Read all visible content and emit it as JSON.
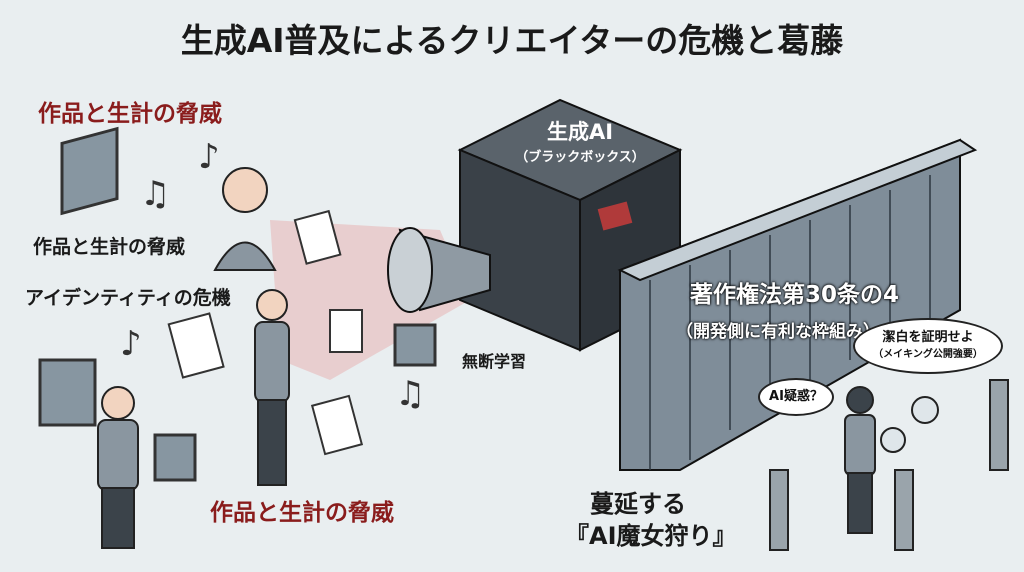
{
  "title": "生成AI普及によるクリエイターの危機と葛藤",
  "left": {
    "threat_top": "作品と生計の脅威",
    "threat_caption": "作品と生計の脅威",
    "identity_caption": "アイデンティティの危機",
    "threat_bottom": "作品と生計の脅威"
  },
  "cube": {
    "label": "生成AI",
    "sublabel": "（ブラックボックス）",
    "funnel_caption": "無断学習"
  },
  "wall": {
    "label": "著作権法第30条の4",
    "sublabel": "（開発側に有利な枠組み）"
  },
  "witch_hunt": {
    "bubble_small": "AI疑惑？",
    "bubble_large": "潔白を証明せよ",
    "bubble_large_sub": "（メイキング公開強要）",
    "caption_line1": "蔓延する",
    "caption_line2": "『AI魔女狩り』"
  },
  "colors": {
    "accent_red": "#8a1c1c",
    "background": "#e9eef0",
    "cube": "#3a4148",
    "wall": "#7f8d99"
  }
}
